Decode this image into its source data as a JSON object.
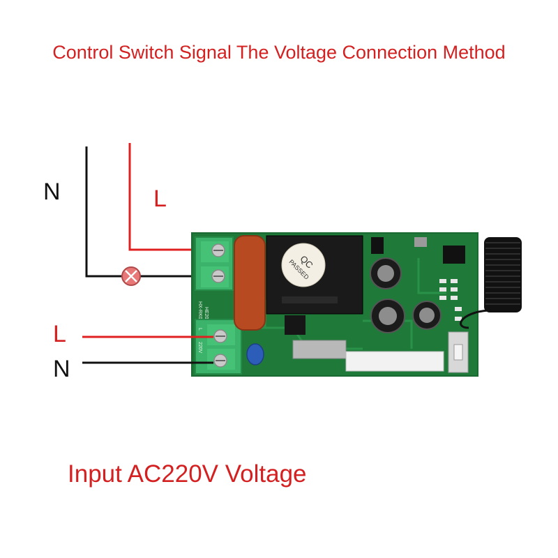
{
  "title": "Control Switch Signal The Voltage Connection Method",
  "labels": {
    "top_neutral": "N",
    "top_live": "L",
    "input_live": "L",
    "input_neutral": "N"
  },
  "footer": "Input AC220V Voltage",
  "board": {
    "relay_stamp_line1": "QC",
    "relay_stamp_line2": "PASSED",
    "silkscreen_model": "HX-RK01SS",
    "silkscreen_date": "HE2012-04-12",
    "terminal_marking_L": "L",
    "terminal_marking_220V": "220V"
  },
  "colors": {
    "live_wire": "#e02020",
    "neutral_wire": "#111111",
    "pcb": "#1f7a3a",
    "terminal_block": "#3bb36a",
    "lamp": "#e06868"
  }
}
